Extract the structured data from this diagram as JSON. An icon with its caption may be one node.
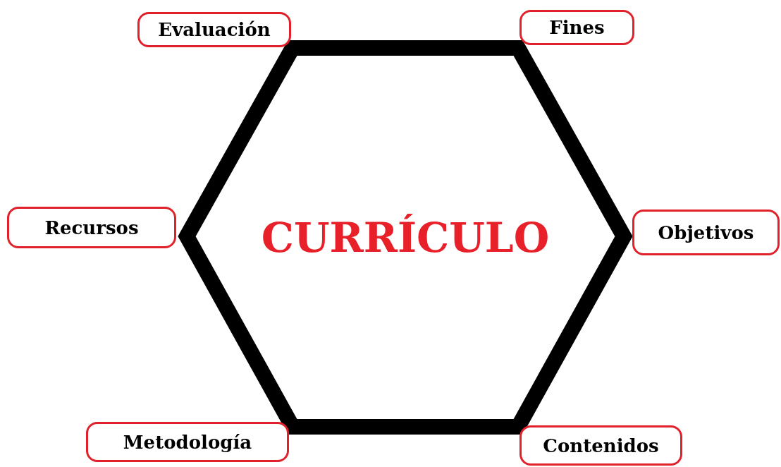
{
  "diagram": {
    "nodes": [
      {
        "text": [
          "CURRÍCULO"
        ]
      },
      {
        "text": [
          "Evaluación"
        ]
      },
      {
        "text": [
          "Fines"
        ]
      },
      {
        "text": [
          "Recursos"
        ]
      },
      {
        "text": [
          "Objetivos"
        ]
      },
      {
        "text": [
          "Metodología"
        ]
      },
      {
        "text": [
          "Contenidos"
        ]
      }
    ]
  }
}
